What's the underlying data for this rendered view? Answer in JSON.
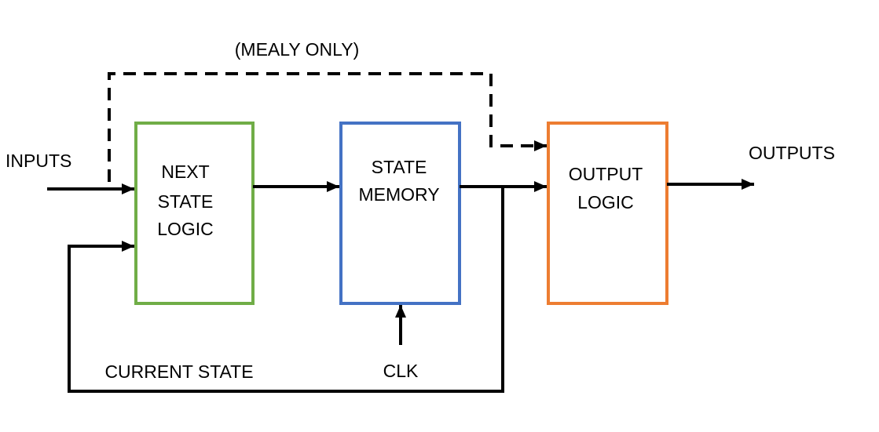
{
  "labels": {
    "mealy_only": "(MEALY ONLY)",
    "inputs": "INPUTS",
    "outputs": "OUTPUTS",
    "current_state": "CURRENT STATE",
    "clk": "CLK"
  },
  "blocks": {
    "next_state_logic": {
      "lines": [
        "NEXT",
        "STATE",
        "LOGIC"
      ],
      "color": "#70AD47"
    },
    "state_memory": {
      "lines": [
        "STATE",
        "MEMORY"
      ],
      "color": "#4472C4"
    },
    "output_logic": {
      "lines": [
        "OUTPUT",
        "LOGIC"
      ],
      "color": "#ED7D31"
    }
  },
  "line_color": "#000000"
}
